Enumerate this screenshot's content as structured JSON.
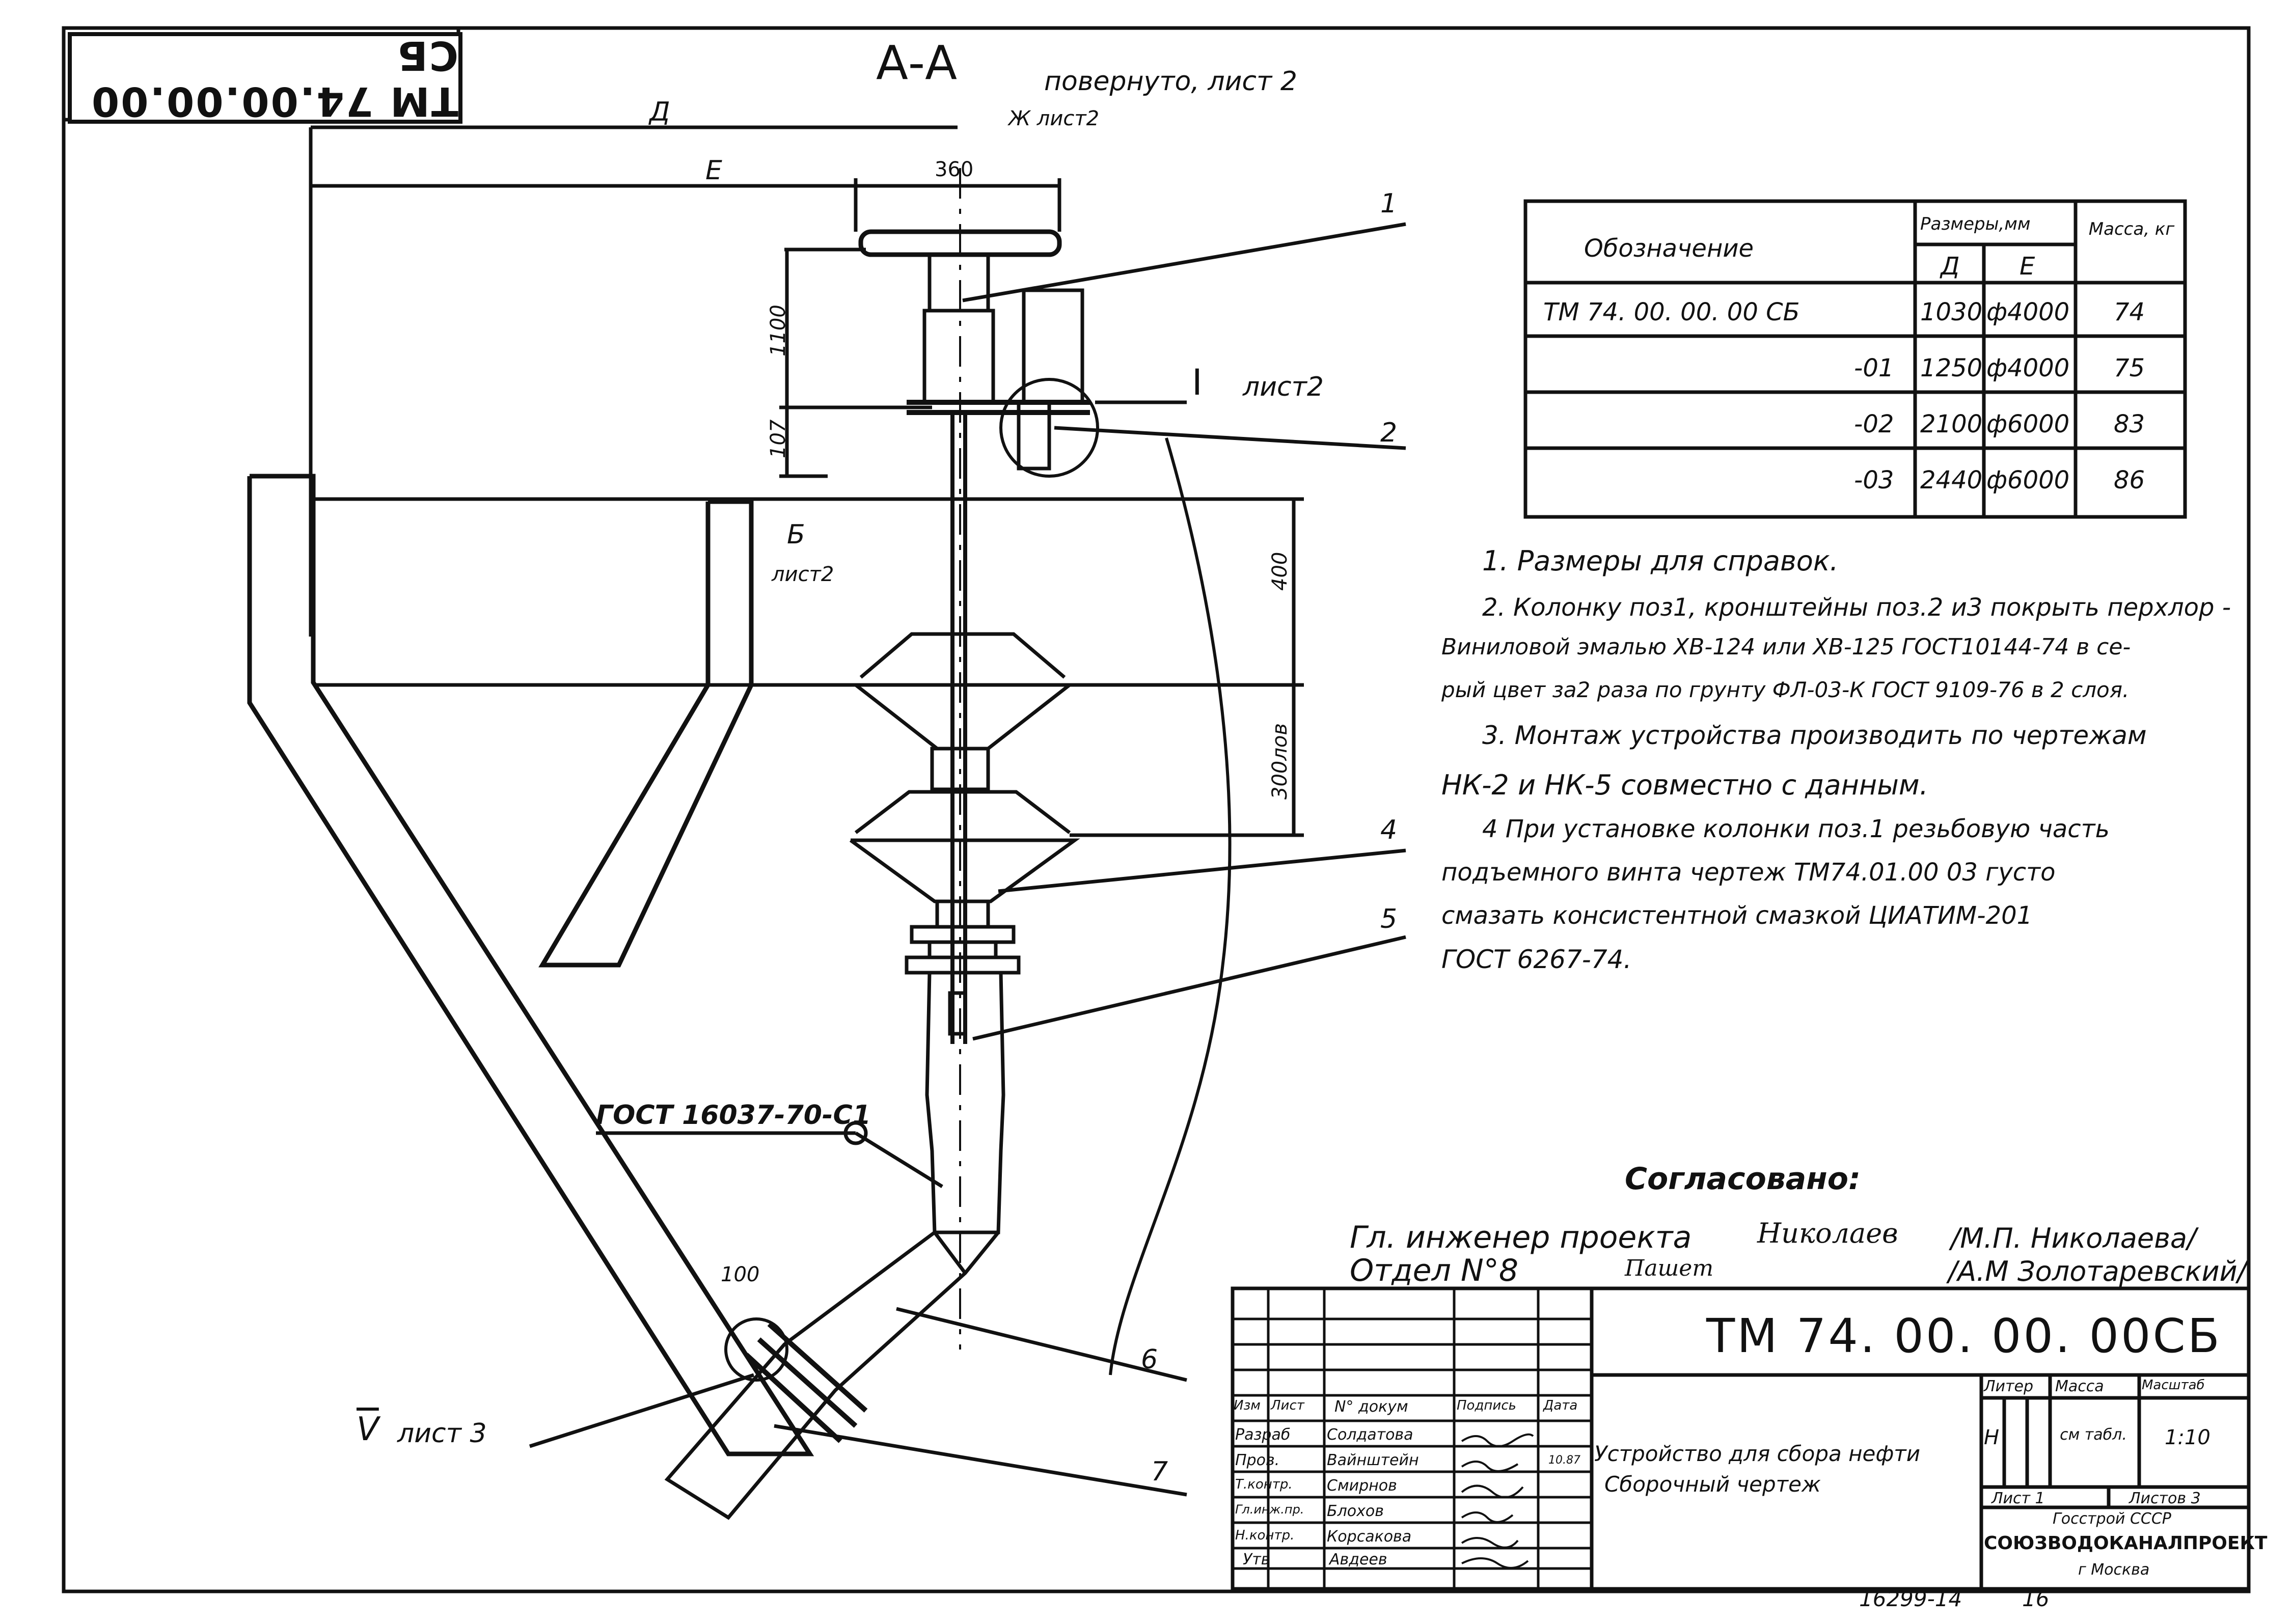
{
  "stamp_rotated": "ТМ 74.00.00.00 СБ",
  "section_title": "А-А",
  "section_note": "повернуто, лист 2",
  "view_ref": "Ж лист2",
  "dimensions": {
    "D": "Д",
    "E": "Е",
    "d360": "360",
    "d1100": "1100",
    "d107": "107",
    "d400": "400",
    "d300": "300лов",
    "d100": "100"
  },
  "callouts": {
    "p1": "1",
    "p2": "2",
    "p4": "4",
    "p5": "5",
    "p6": "6",
    "p7": "7",
    "ref_I": "I",
    "ref_I_sheet": "лист2",
    "ref_B": "Б",
    "ref_B_sheet": "лист2",
    "ref_V": "V",
    "ref_V_sheet": "лист 3",
    "gost": "ГОСТ 16037-70-С1"
  },
  "table": {
    "h_designation": "Обозначение",
    "h_sizes": "Размеры,мм",
    "h_D": "Д",
    "h_E": "Е",
    "h_mass": "Масса, кг",
    "rows": [
      {
        "designation": "ТМ 74. 00. 00. 00 СБ",
        "D": "1030",
        "E": "ф4000",
        "mass": "74"
      },
      {
        "designation": "-01",
        "D": "1250",
        "E": "ф4000",
        "mass": "75"
      },
      {
        "designation": "-02",
        "D": "2100",
        "E": "ф6000",
        "mass": "83"
      },
      {
        "designation": "-03",
        "D": "2440",
        "E": "ф6000",
        "mass": "86"
      }
    ]
  },
  "notes": [
    "1. Размеры для справок.",
    "2. Колонку поз1, кронштейны поз.2 и3 покрыть перхлор -",
    "Виниловой    эмалью ХВ-124 или ХВ-125 ГОСТ10144-74 в се-",
    "рый цвет за2 раза по грунту ФЛ-03-К ГОСТ 9109-76 в 2 слоя.",
    "3. Монтаж устройства производить по чертежам",
    "НК-2  и  НК-5   совместно  с  данным.",
    "4 При установке  колонки поз.1 резьбовую часть",
    "подъемного  винта  чертеж ТМ74.01.00 03  густо",
    "смазать  консистентной  смазкой  ЦИАТИМ-201",
    "ГОСТ 6267-74."
  ],
  "approval": {
    "title": "Согласовано:",
    "line1_role": "Гл. инженер проекта",
    "line1_sign": "Николаев",
    "line1_name": "/М.П. Николаева/",
    "line2_role": "Отдел N°8",
    "line2_sign": "Пашет",
    "line2_name": "/А.М Золотаревский/"
  },
  "title_block": {
    "designation": "ТМ 74. 00. 00. 00СБ",
    "name_line1": "Устройство для сбора нефти",
    "name_line2": "Сборочный чертеж",
    "h_izm": "Изм",
    "h_list": "Лист",
    "h_ndoc": "N° докум",
    "h_sign": "Подпись",
    "h_date": "Дата",
    "roles": [
      "Разраб",
      "Пров.",
      "Т.контр.",
      "Гл.инж.пр.",
      "Н.контр.",
      "Утв"
    ],
    "names": [
      "Солдатова",
      "Вайнштейн",
      "Смирнов",
      "Блохов",
      "Корсакова",
      "Авдеев"
    ],
    "date_val": "10.87",
    "h_liter": "Литер",
    "h_mass": "Масса",
    "h_scale": "Масштаб",
    "liter": "Н",
    "mass": "см табл.",
    "scale": "1:10",
    "sheet": "Лист 1",
    "sheets": "Листов 3",
    "org1": "Госстрой СССР",
    "org2": "СОЮЗВОДОКАНАЛПРОЕКТ",
    "org3": "г Москва"
  },
  "footer": {
    "code": "16299-14",
    "num": "16"
  },
  "colors": {
    "ink": "#111111",
    "paper": "#ffffff"
  }
}
